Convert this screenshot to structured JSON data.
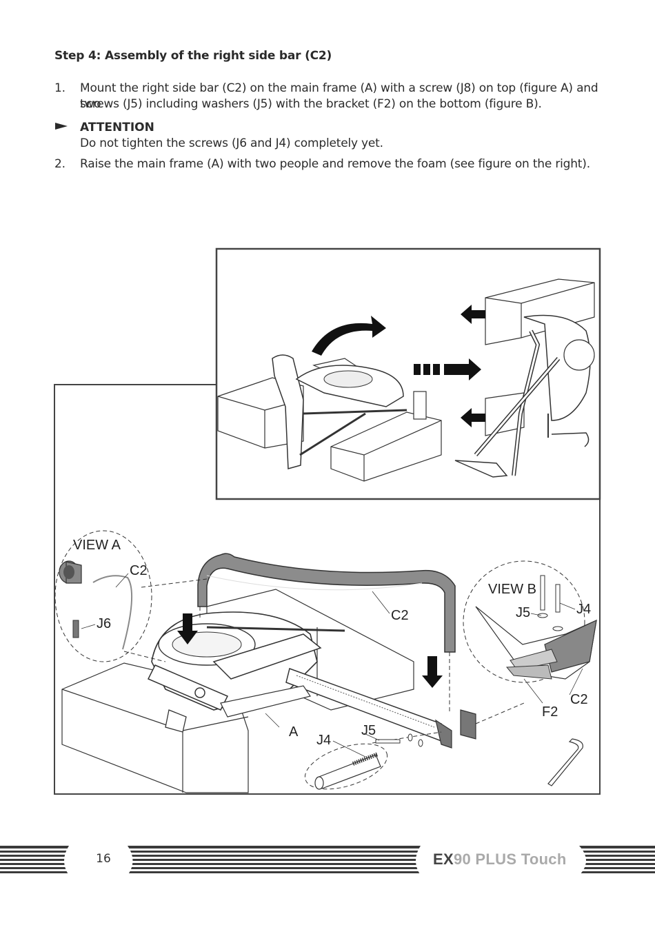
{
  "heading": {
    "step": "Step 4:",
    "title": "Assembly of the right side bar (C2)"
  },
  "steps": [
    {
      "number": "1.",
      "line1": "Mount the right side bar (C2) on the main frame (A) with a screw (J8) on top (figure A) and two",
      "line2": "screws (J5) including washers (J5) with the bracket (F2) on the bottom (figure B)."
    },
    {
      "number": "2.",
      "line1": "Raise the main frame (A) with two people and remove the foam (see figure on the right)."
    }
  ],
  "attention": {
    "title": "ATTENTION",
    "body": "Do not tighten the screws (J6 and J4) completely yet."
  },
  "figure": {
    "labels": {
      "view_a": "VIEW A",
      "view_b": "VIEW B",
      "c2_view_a": "C2",
      "j6": "J6",
      "c2_main": "C2",
      "j5_view_b": "J5",
      "j4_view_b": "J4",
      "c2_view_b": "C2",
      "f2": "F2",
      "a": "A",
      "j5_main": "J5",
      "j4_main": "J4"
    }
  },
  "footer": {
    "page": "16",
    "brand_ex": "EX",
    "brand_rest": "90 PLUS Touch"
  }
}
